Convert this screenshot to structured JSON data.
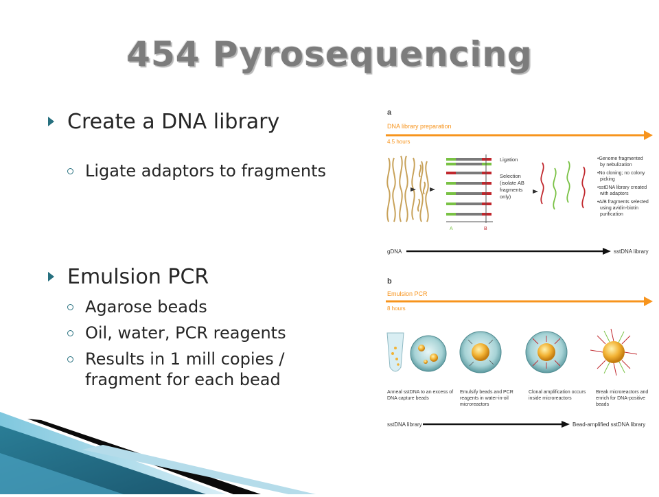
{
  "slide": {
    "title": "454 Pyrosequencing",
    "bullets": [
      {
        "text": "Create a DNA library",
        "sub": [
          "Ligate adaptors to fragments"
        ]
      },
      {
        "text": "Emulsion PCR",
        "sub": [
          "Agarose beads",
          "Oil, water, PCR reagents",
          "Results in 1 mill copies / fragment for each bead"
        ]
      }
    ]
  },
  "figure": {
    "panel_a": {
      "letter": "a",
      "stage": "DNA library preparation",
      "time": "4.5 hours",
      "ligation": "Ligation",
      "selection": [
        "Selection",
        "(isolate AB",
        "fragments",
        "only)"
      ],
      "label_a": "A",
      "label_b": "B",
      "notes": [
        "•Genome fragmented",
        "by nebulization",
        "•No cloning; no colony",
        "picking",
        "•sstDNA library created",
        "with adaptors",
        "•A/B fragments selected",
        "using avidin-biotin",
        "purification"
      ],
      "start": "gDNA",
      "end": "sstDNA library"
    },
    "panel_b": {
      "letter": "b",
      "stage": "Emulsion PCR",
      "time": "8 hours",
      "captions": [
        [
          "Anneal sstDNA to an excess of",
          "DNA capture beads"
        ],
        [
          "Emulsify beads and PCR",
          "reagents in water-in-oil",
          "microreactors"
        ],
        [
          "Clonal amplification occurs",
          "inside microreactors"
        ],
        [
          "Break microreactors and",
          "enrich for DNA-positive",
          "beads"
        ]
      ],
      "start": "sstDNA library",
      "end": "Bead-amplified sstDNA library"
    },
    "colors": {
      "orange": "#f7941d",
      "green": "#79c144",
      "red": "#c0272d",
      "gray": "#7a7a7a",
      "bead": "#f2b233"
    }
  }
}
